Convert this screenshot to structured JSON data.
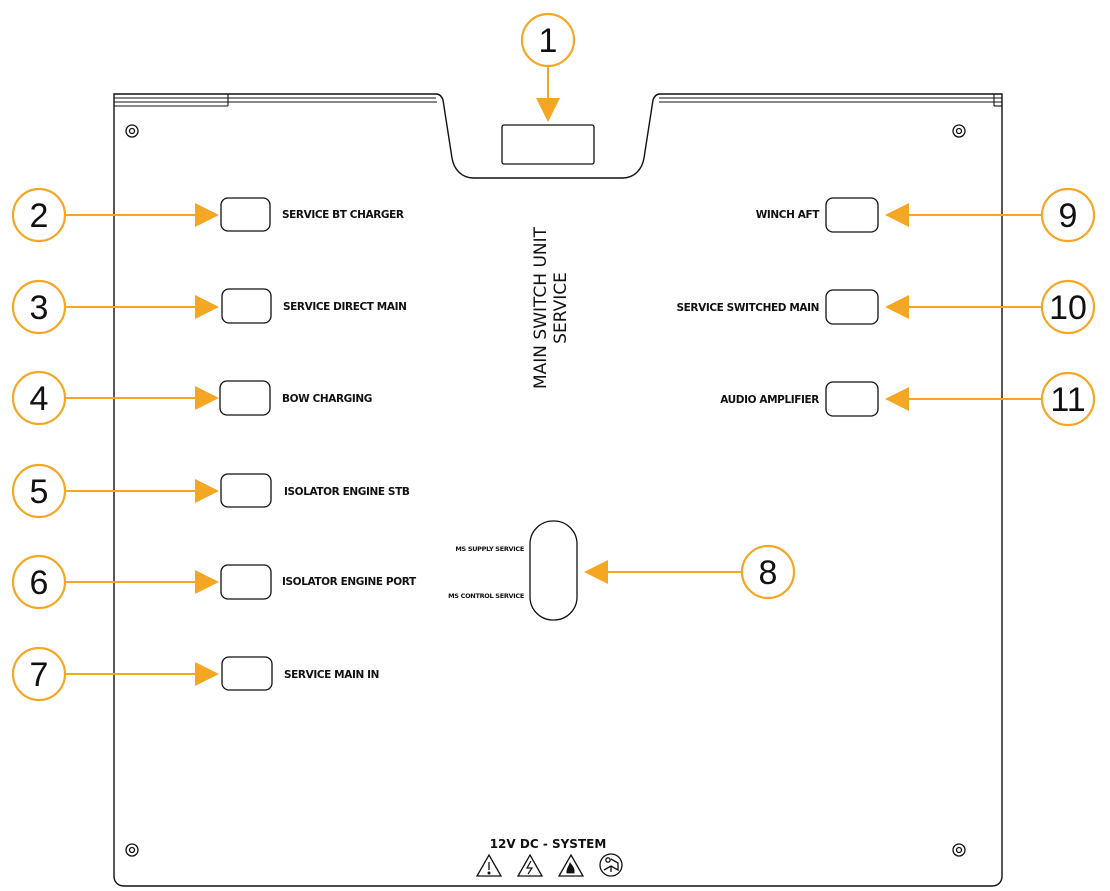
{
  "panel": {
    "title_line1": "MAIN SWITCH UNIT",
    "title_line2": "SERVICE",
    "system_label": "12V DC - SYSTEM"
  },
  "callouts": [
    "1",
    "2",
    "3",
    "4",
    "5",
    "6",
    "7",
    "8",
    "9",
    "10",
    "11"
  ],
  "switches_left": [
    {
      "label": "SERVICE BT CHARGER"
    },
    {
      "label": "SERVICE DIRECT MAIN"
    },
    {
      "label": "BOW CHARGING"
    },
    {
      "label": "ISOLATOR ENGINE STB"
    },
    {
      "label": "ISOLATOR ENGINE PORT"
    },
    {
      "label": "SERVICE MAIN IN"
    }
  ],
  "switches_right": [
    {
      "label": "WINCH AFT"
    },
    {
      "label": "SERVICE SWITCHED MAIN"
    },
    {
      "label": "AUDIO AMPLIFIER"
    }
  ],
  "main_switch": {
    "top_label": "MS SUPPLY SERVICE",
    "bottom_label": "MS CONTROL SERVICE"
  },
  "colors": {
    "accent": "#f5a623",
    "ink": "#111111"
  },
  "icons": [
    "warning-icon",
    "electrical-hazard-icon",
    "fire-hazard-icon",
    "read-manual-icon"
  ]
}
